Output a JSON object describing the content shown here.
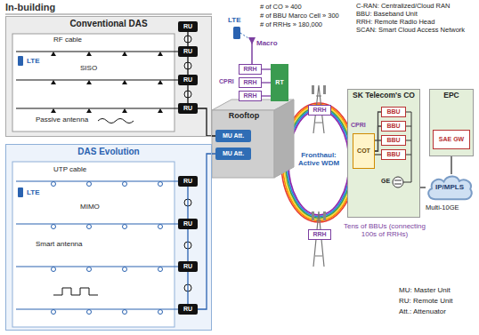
{
  "diagram": {
    "nodes": [
      {
        "text": [
          "Conventional DAS"
        ]
      },
      {
        "text": [
          "RU"
        ],
        "in": 0
      },
      {
        "text": [
          "RU"
        ],
        "in": 0
      },
      {
        "text": [
          "RU"
        ],
        "in": 0
      },
      {
        "text": [
          "RU"
        ],
        "in": 0
      },
      {
        "text": [
          "DAS Evolution"
        ]
      },
      {
        "text": [
          "RU"
        ],
        "in": 5
      },
      {
        "text": [
          "RU"
        ],
        "in": 5
      },
      {
        "text": [
          "RU"
        ],
        "in": 5
      },
      {
        "text": [
          "RU"
        ],
        "in": 5
      },
      {
        "text": [
          "Rooftop"
        ]
      },
      {
        "text": [
          "MU Att."
        ],
        "in": 10
      },
      {
        "text": [
          "MU Att."
        ],
        "in": 10
      },
      {
        "text": [
          "RRH"
        ]
      },
      {
        "text": [
          "RRH"
        ]
      },
      {
        "text": [
          "RRH"
        ]
      },
      {
        "text": [
          "RT"
        ]
      },
      {
        "text": [
          "RRH"
        ]
      },
      {
        "text": [
          "RRH"
        ]
      },
      {
        "text": [
          "SK Telecom's CO"
        ]
      },
      {
        "text": [
          "COT"
        ],
        "in": 19
      },
      {
        "text": [
          "BBU"
        ],
        "in": 19
      },
      {
        "text": [
          "BBU"
        ],
        "in": 19
      },
      {
        "text": [
          "BBU"
        ],
        "in": 19
      },
      {
        "text": [
          "BBU"
        ],
        "in": 19
      },
      {
        "text": [
          "IP/MPLS"
        ]
      },
      {
        "text": [
          "EPC"
        ]
      },
      {
        "text": [
          "SAE GW"
        ],
        "in": 26
      }
    ],
    "edges": [
      {
        "from": 1,
        "to": 2,
        "arrow": "none"
      },
      {
        "from": 2,
        "to": 3,
        "arrow": "none"
      },
      {
        "from": 3,
        "to": 4,
        "arrow": "none"
      },
      {
        "from": 4,
        "to": 11,
        "arrow": "none"
      },
      {
        "from": 6,
        "to": 7,
        "arrow": "none"
      },
      {
        "from": 7,
        "to": 8,
        "arrow": "none"
      },
      {
        "from": 8,
        "to": 9,
        "arrow": "none"
      },
      {
        "from": 9,
        "to": 12,
        "arrow": "none"
      },
      {
        "from": 13,
        "to": 16,
        "arrow": "none"
      },
      {
        "from": 14,
        "to": 16,
        "arrow": "none"
      },
      {
        "from": 15,
        "to": 16,
        "arrow": "none"
      },
      {
        "from": 20,
        "to": 21,
        "arrow": "none"
      },
      {
        "from": 20,
        "to": 22,
        "arrow": "none"
      },
      {
        "from": 20,
        "to": 23,
        "arrow": "none"
      },
      {
        "from": 20,
        "to": 24,
        "arrow": "none"
      },
      {
        "from": 19,
        "to": 25,
        "arrow": "none"
      },
      {
        "from": 25,
        "to": 26,
        "arrow": "none"
      }
    ],
    "labels": [
      "In-building",
      "# of CO » 400",
      "# of BBU Marco Cell » 300",
      "# of RRHs » 180,000",
      "C-RAN: Centralized/Cloud RAN",
      "BBU: Baseband Unit",
      "RRH: Remote Radio Head",
      "SCAN: Smart Cloud Access Network",
      "RF cable",
      "LTE",
      "SISO",
      "Passive antenna",
      "UTP cable",
      "LTE",
      "MIMO",
      "Smart antenna",
      "LTE",
      "Macro",
      "CPRI",
      "Fronthaul: Active WDM",
      "CPRI",
      "GE",
      "Tens of BBUs (connecting 100s of RRHs)",
      "Multi-10GE",
      "MU: Master Unit",
      "RU: Remote Unit",
      "Att.: Attenuator"
    ]
  }
}
